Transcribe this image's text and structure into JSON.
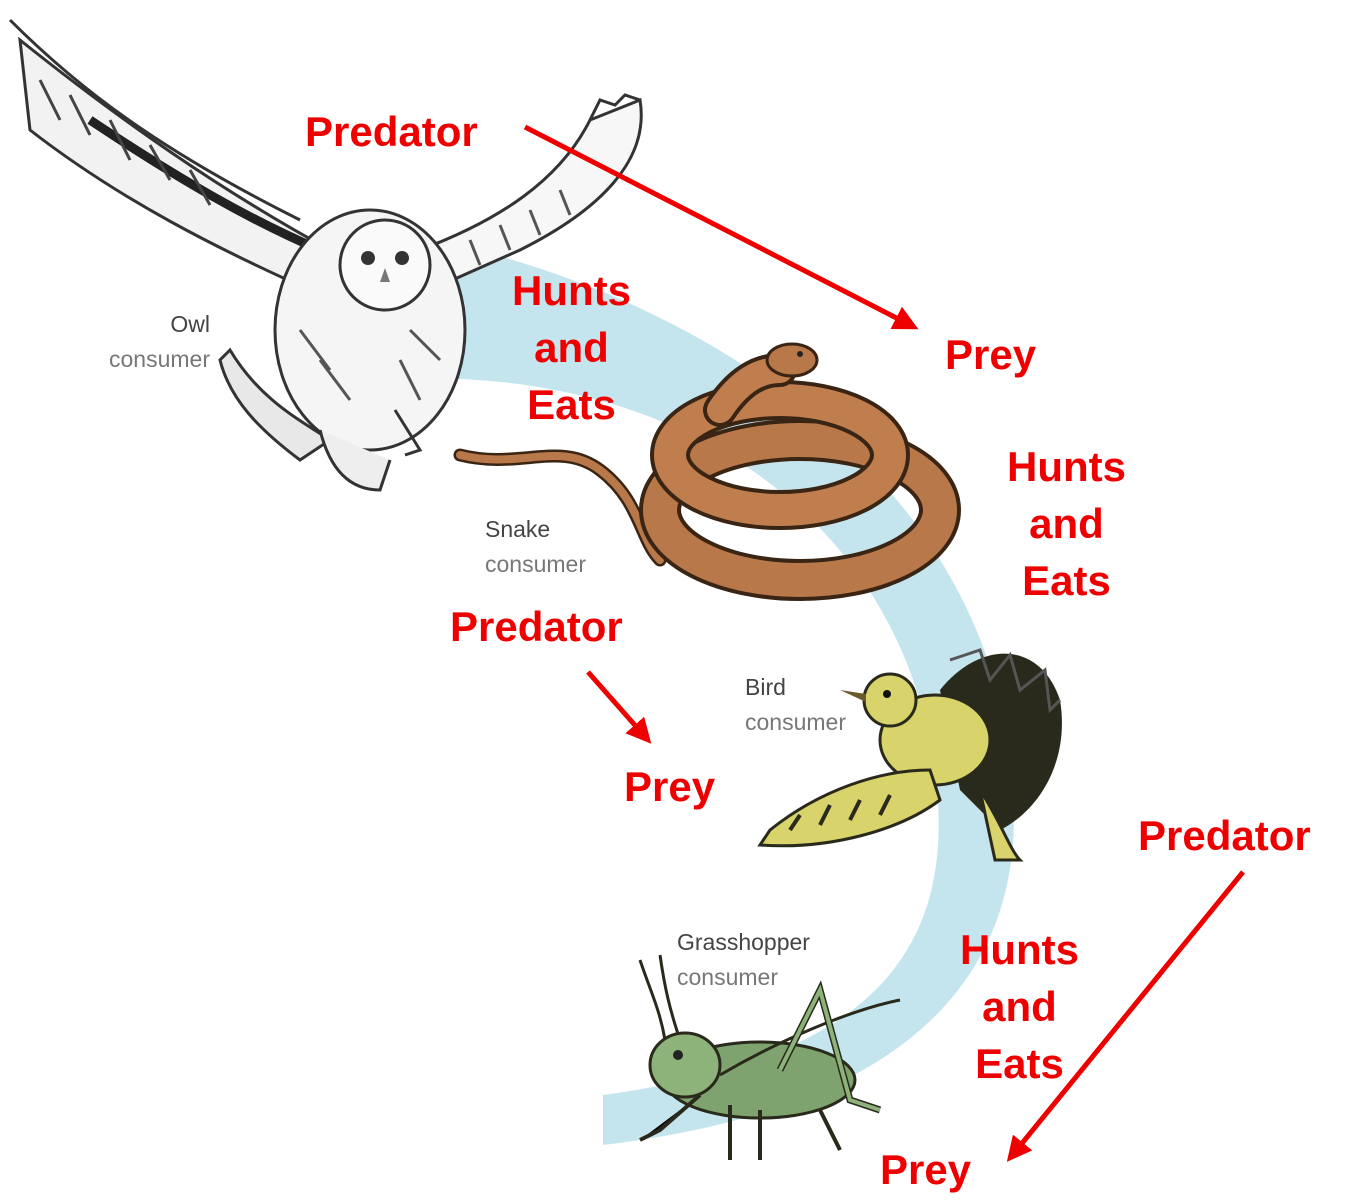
{
  "colors": {
    "arrow": "#ee0000",
    "label": "#ee0000",
    "flow_band": "#bfe2ec"
  },
  "animals": [
    {
      "name": "Owl",
      "role": "consumer",
      "icon": "owl-icon"
    },
    {
      "name": "Snake",
      "role": "consumer",
      "icon": "snake-icon"
    },
    {
      "name": "Bird",
      "role": "consumer",
      "icon": "bird-icon"
    },
    {
      "name": "Grasshopper",
      "role": "consumer",
      "icon": "grasshopper-icon"
    }
  ],
  "relations": [
    {
      "predator": "Predator",
      "prey": "Prey",
      "action": [
        "Hunts",
        "and",
        "Eats"
      ]
    },
    {
      "predator": "Predator",
      "prey": "Prey",
      "action": [
        "Hunts",
        "and",
        "Eats"
      ]
    },
    {
      "predator": "Predator",
      "prey": "Prey",
      "action": [
        "Hunts",
        "and",
        "Eats"
      ]
    }
  ]
}
